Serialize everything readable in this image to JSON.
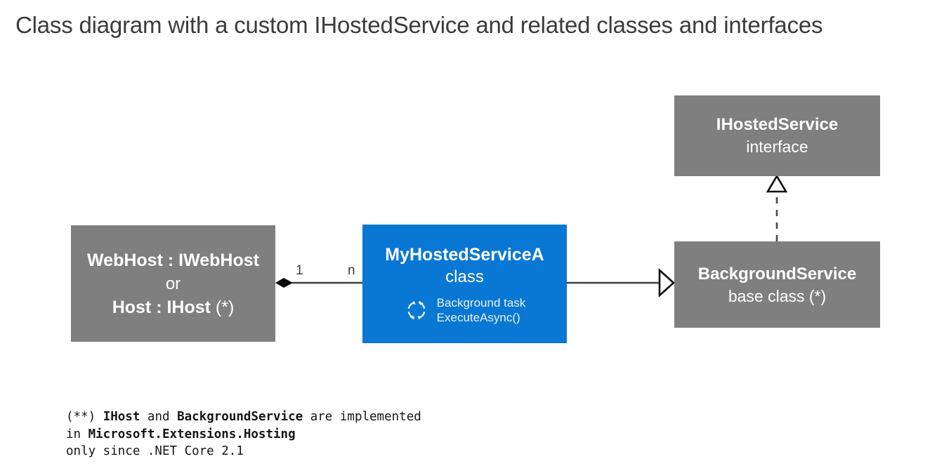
{
  "title": "Class diagram with a custom IHostedService and related classes and interfaces",
  "colors": {
    "gray_node": "#7f7f7f",
    "blue_node": "#0878d4",
    "node_text": "#ffffff",
    "title_text": "#3b3b3b",
    "connector": "#3f3f3f",
    "footnote_text": "#161616"
  },
  "nodes": {
    "webhost": {
      "line1": "WebHost : IWebHost",
      "line2": "or",
      "line3_bold": "Host : IHost",
      "line3_note": " (*)"
    },
    "myhostedservice": {
      "name": "MyHostedServiceA",
      "stereotype": "class",
      "icon": "cycle-arrows-icon",
      "task_line1": "Background task",
      "task_line2": "ExecuteAsync()"
    },
    "ihostedservice": {
      "name": "IHostedService",
      "stereotype": "interface"
    },
    "backgroundservice": {
      "name": "BackgroundService",
      "stereotype": "base class (*)"
    }
  },
  "connectors": {
    "composition": {
      "from": "webhost",
      "to": "myhostedservice",
      "source_multiplicity": "1",
      "target_multiplicity": "n",
      "style": "solid",
      "source_marker": "filled-diamond"
    },
    "inheritance": {
      "from": "myhostedservice",
      "to": "backgroundservice",
      "style": "solid",
      "target_marker": "hollow-triangle"
    },
    "realization": {
      "from": "backgroundservice",
      "to": "ihostedservice",
      "style": "dashed",
      "target_marker": "hollow-triangle"
    }
  },
  "footnote": {
    "line1_prefix": "(**) ",
    "line1_bold1": "IHost",
    "line1_mid": " and ",
    "line1_bold2": "BackgroundService",
    "line1_suffix": " are implemented",
    "line2_prefix": "in ",
    "line2_bold": "Microsoft.Extensions.Hosting",
    "line3": "only since .NET Core 2.1"
  }
}
